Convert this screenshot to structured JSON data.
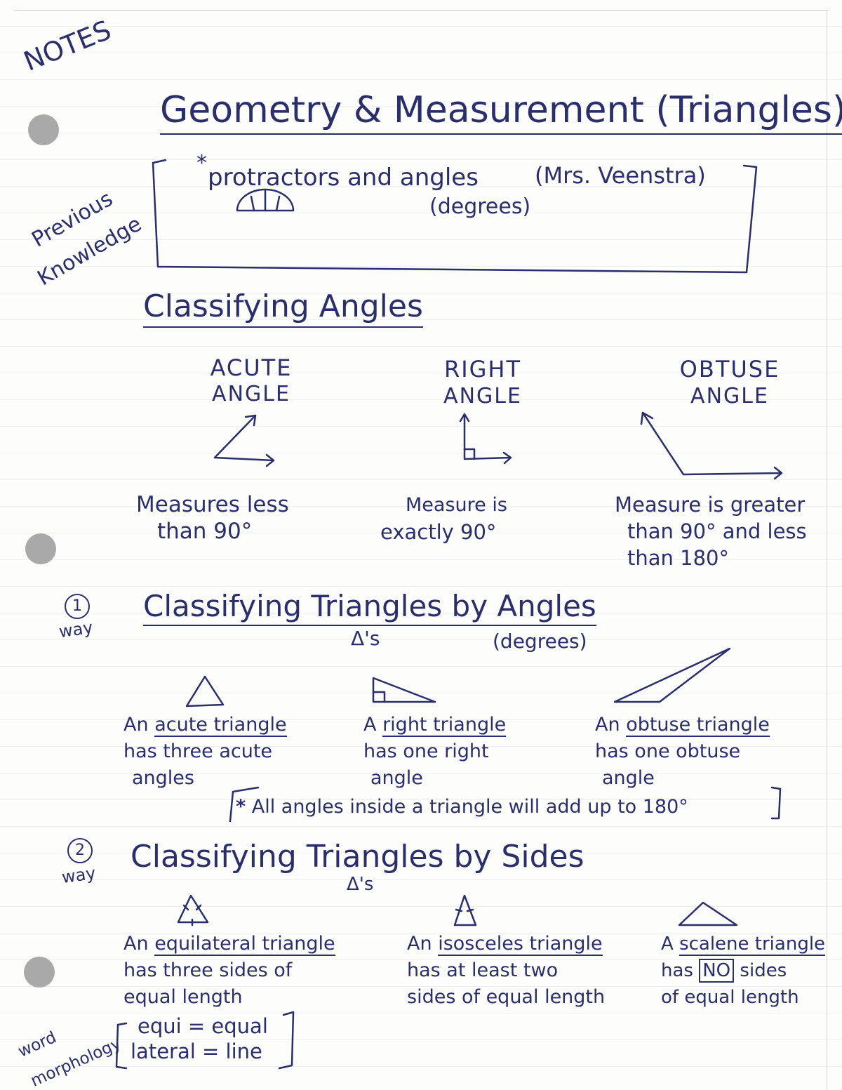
{
  "margin": {
    "notes": "NOTES",
    "previous_knowledge_1": "Previous",
    "previous_knowledge_2": "Knowledge",
    "way1_num": "1",
    "way1_label": "way",
    "way2_num": "2",
    "way2_label": "way",
    "word_morphology_1": "word",
    "word_morphology_2": "morphology"
  },
  "title": "Geometry & Measurement (Triangles)",
  "previous": {
    "star": "*",
    "line1": "protractors and angles",
    "teacher": "(Mrs. Veenstra)",
    "degrees": "(degrees)"
  },
  "angles": {
    "heading": "Classifying Angles",
    "items": [
      {
        "name_1": "ACUTE",
        "name_2": "ANGLE",
        "desc_1": "Measures less",
        "desc_2": "than 90°"
      },
      {
        "name_1": "RIGHT",
        "name_2": "ANGLE",
        "desc_1": "Measure is",
        "desc_2": "exactly 90°"
      },
      {
        "name_1": "OBTUSE",
        "name_2": "ANGLE",
        "desc_1": "Measure is greater",
        "desc_2": "than 90° and less",
        "desc_3": "than 180°"
      }
    ]
  },
  "by_angles": {
    "heading": "Classifying Triangles by Angles",
    "abbr": "Δ's",
    "degrees": "(degrees)",
    "items": [
      {
        "pre": "An",
        "term": "acute triangle",
        "line2": "has three acute",
        "line3": "angles"
      },
      {
        "pre": "A",
        "term": "right triangle",
        "line2": "has one right",
        "line3": "angle"
      },
      {
        "pre": "An",
        "term": "obtuse triangle",
        "line2": "has one obtuse",
        "line3": "angle"
      }
    ],
    "note": "All angles inside a triangle will add up to 180°",
    "note_star": "*"
  },
  "by_sides": {
    "heading": "Classifying Triangles by Sides",
    "abbr": "Δ's",
    "items": [
      {
        "pre": "An",
        "term": "equilateral triangle",
        "line2": "has three sides of",
        "line3": "equal length"
      },
      {
        "pre": "An",
        "term": "isosceles triangle",
        "line2": "has at least two",
        "line3": "sides of equal length"
      },
      {
        "pre": "A",
        "term": "scalene triangle",
        "line2_a": "has",
        "line2_b": "NO",
        "line2_c": "sides",
        "line3": "of equal length"
      }
    ],
    "morphology": {
      "line1": "equi = equal",
      "line2": "lateral = line"
    }
  }
}
